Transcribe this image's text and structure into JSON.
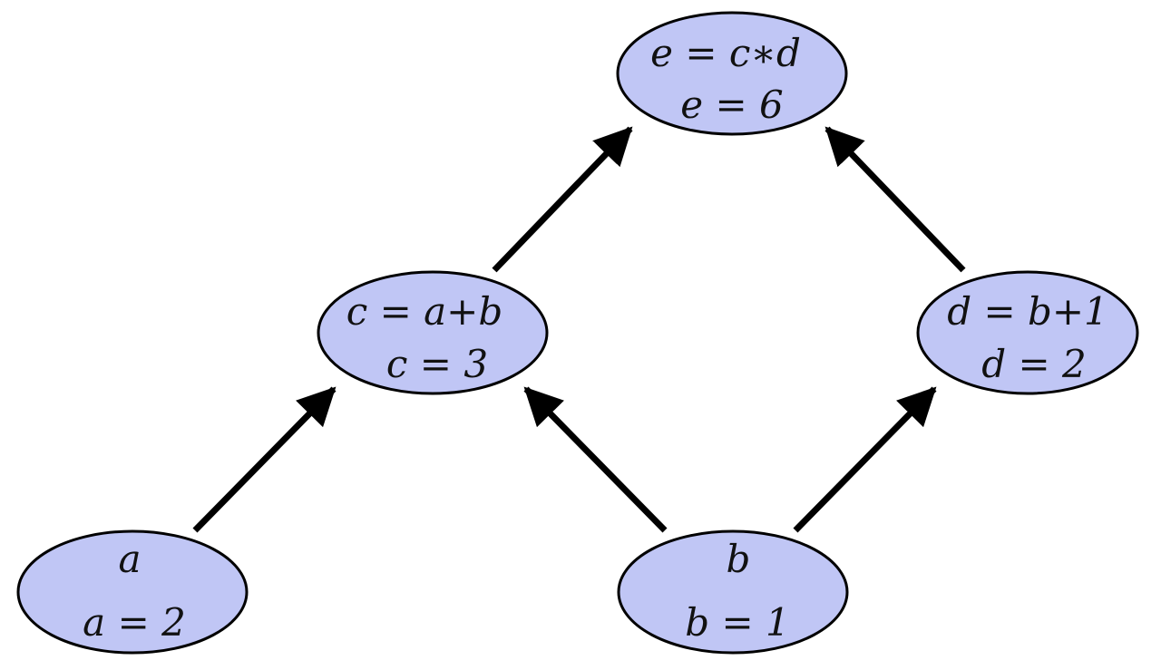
{
  "diagram": {
    "colors": {
      "node_fill": "#c0c6f5",
      "node_stroke": "#000000",
      "edge": "#000000",
      "background": "#ffffff"
    },
    "nodes": [
      {
        "id": "e",
        "line1": "e = c∗d",
        "line2": "e = 6"
      },
      {
        "id": "c",
        "line1": "c = a+b",
        "line2": "c = 3"
      },
      {
        "id": "d",
        "line1": "d = b+1",
        "line2": "d = 2"
      },
      {
        "id": "a",
        "line1": "a",
        "line2": "a = 2"
      },
      {
        "id": "b",
        "line1": "b",
        "line2": "b = 1"
      }
    ],
    "edges": [
      {
        "from": "c",
        "to": "e"
      },
      {
        "from": "d",
        "to": "e"
      },
      {
        "from": "a",
        "to": "c"
      },
      {
        "from": "b",
        "to": "c"
      },
      {
        "from": "b",
        "to": "d"
      }
    ]
  }
}
